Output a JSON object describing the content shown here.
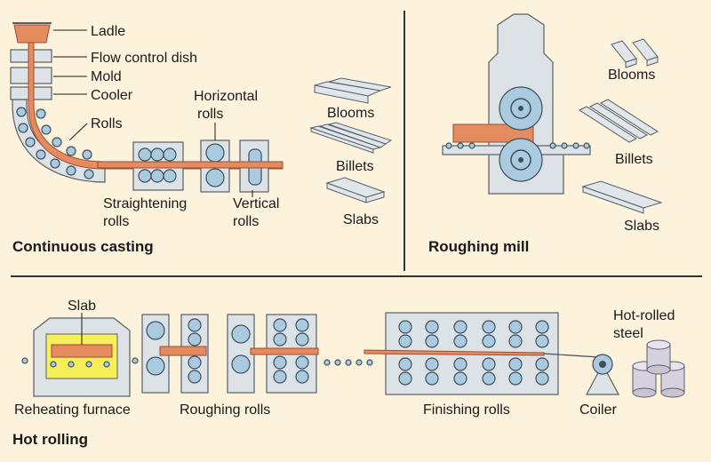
{
  "continuous_casting": {
    "title": "Continuous casting",
    "labels": {
      "ladle": "Ladle",
      "flow_control_dish": "Flow control dish",
      "mold": "Mold",
      "cooler": "Cooler",
      "rolls": "Rolls",
      "horizontal_rolls_1": "Horizontal",
      "horizontal_rolls_2": "rolls",
      "straightening_rolls_1": "Straightening",
      "straightening_rolls_2": "rolls",
      "vertical_rolls_1": "Vertical",
      "vertical_rolls_2": "rolls",
      "blooms": "Blooms",
      "billets": "Billets",
      "slabs": "Slabs"
    }
  },
  "roughing_mill": {
    "title": "Roughing mill",
    "labels": {
      "blooms": "Blooms",
      "billets": "Billets",
      "slabs": "Slabs"
    }
  },
  "hot_rolling": {
    "title": "Hot rolling",
    "labels": {
      "slab": "Slab",
      "reheating_furnace": "Reheating furnace",
      "roughing_rolls": "Roughing rolls",
      "finishing_rolls": "Finishing rolls",
      "coiler": "Coiler",
      "hot_rolled_steel_1": "Hot-rolled",
      "hot_rolled_steel_2": "steel"
    }
  },
  "colors": {
    "background": "#fdf3dc",
    "steel": "#e58b60",
    "roll": "#a9cadf",
    "machine": "#dde2e6",
    "furnace_heat": "#f7ef5a"
  }
}
